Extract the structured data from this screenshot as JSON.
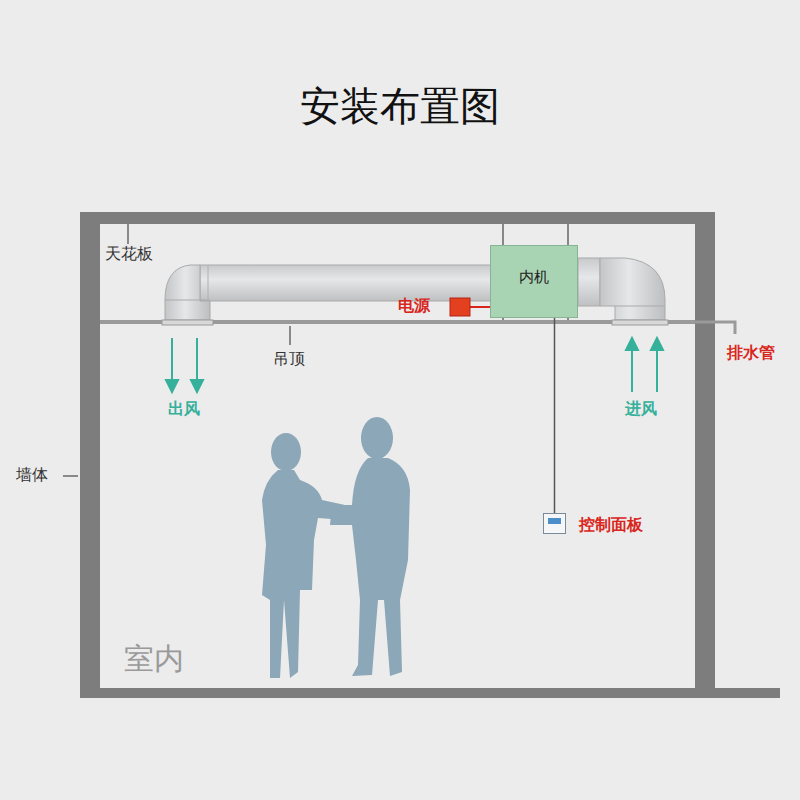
{
  "diagram": {
    "title": "安装布置图",
    "nodes": [
      {
        "text": [
          "内机"
        ]
      },
      {
        "text": [
          "控制面板"
        ]
      }
    ],
    "edges": [
      {
        "from": 0,
        "to": 1,
        "arrow": "none"
      }
    ],
    "labels": [
      "天花板",
      "电源",
      "吊顶",
      "出风",
      "进风",
      "排水管",
      "墙体",
      "室内"
    ]
  }
}
